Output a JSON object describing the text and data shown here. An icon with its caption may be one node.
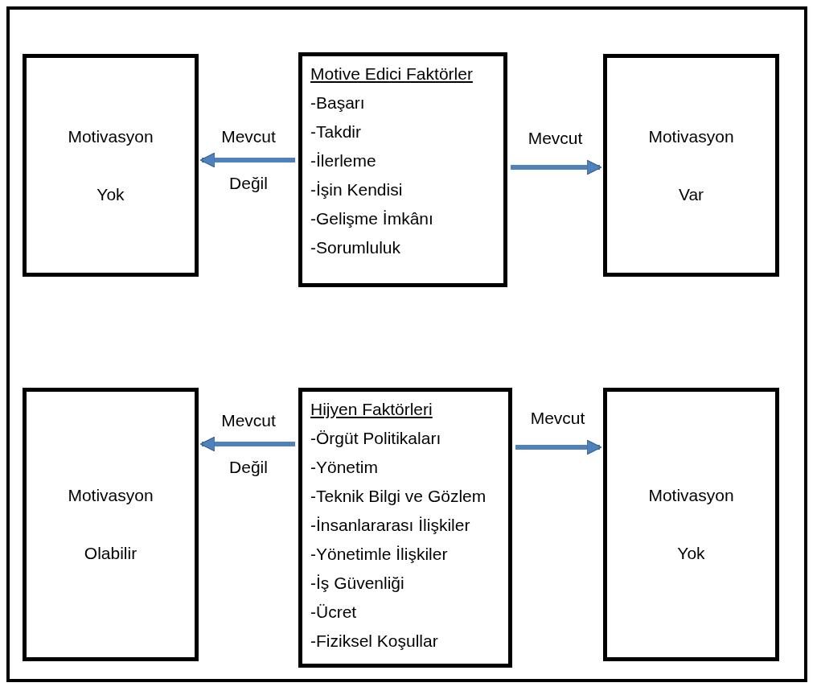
{
  "diagram": {
    "nodes": [
      {
        "text": [
          "Motivasyon",
          "Yok"
        ]
      },
      {
        "text": [
          "Motive Edici Faktörler",
          "-Başarı",
          "-Takdir",
          "-İlerleme",
          "-İşin Kendisi",
          "-Gelişme İmkânı",
          "-Sorumluluk"
        ]
      },
      {
        "text": [
          "Motivasyon",
          "Var"
        ]
      },
      {
        "text": [
          "Motivasyon",
          "Olabilir"
        ]
      },
      {
        "text": [
          "Hijyen Faktörleri",
          "-Örgüt Politikaları",
          "-Yönetim",
          "-Teknik Bilgi ve Gözlem",
          "-İnsanlararası İlişkiler",
          "-Yönetimle İlişkiler",
          "-İş Güvenliği",
          "-Ücret",
          "-Fiziksel Koşullar"
        ]
      },
      {
        "text": [
          "Motivasyon",
          "Yok"
        ]
      }
    ],
    "edges": [
      {
        "from": 1,
        "to": 0,
        "arrow": "to",
        "label": "Mevcut Değil"
      },
      {
        "from": 1,
        "to": 2,
        "arrow": "to",
        "label": "Mevcut"
      },
      {
        "from": 4,
        "to": 3,
        "arrow": "to",
        "label": "Mevcut Değil"
      },
      {
        "from": 4,
        "to": 5,
        "arrow": "to",
        "label": "Mevcut"
      }
    ]
  }
}
